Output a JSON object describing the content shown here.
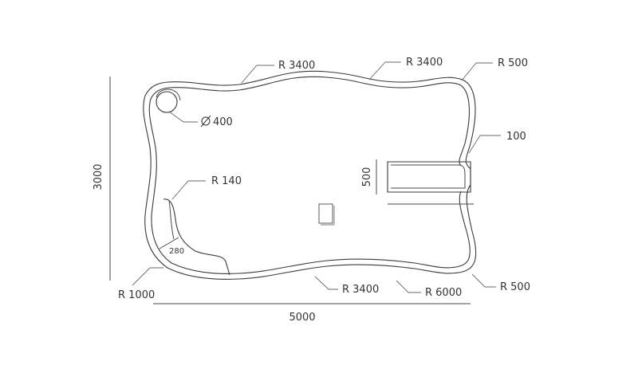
{
  "dimensions": {
    "width": "5000",
    "height": "3000",
    "step_width": "500"
  },
  "annotations": {
    "r_top_left": "R 3400",
    "r_top_mid": "R 3400",
    "r_top_right": "R 500",
    "diameter": "400",
    "offset": "100",
    "r_step": "R 140",
    "step_depth": "280",
    "r_bottom_left": "R 1000",
    "r_bottom_mid": "R 3400",
    "r_bottom_right_mid": "R 6000",
    "r_bottom_right": "R 500"
  },
  "colors": {
    "line": "#3a3a3a",
    "text": "#333333",
    "background": "#ffffff"
  }
}
